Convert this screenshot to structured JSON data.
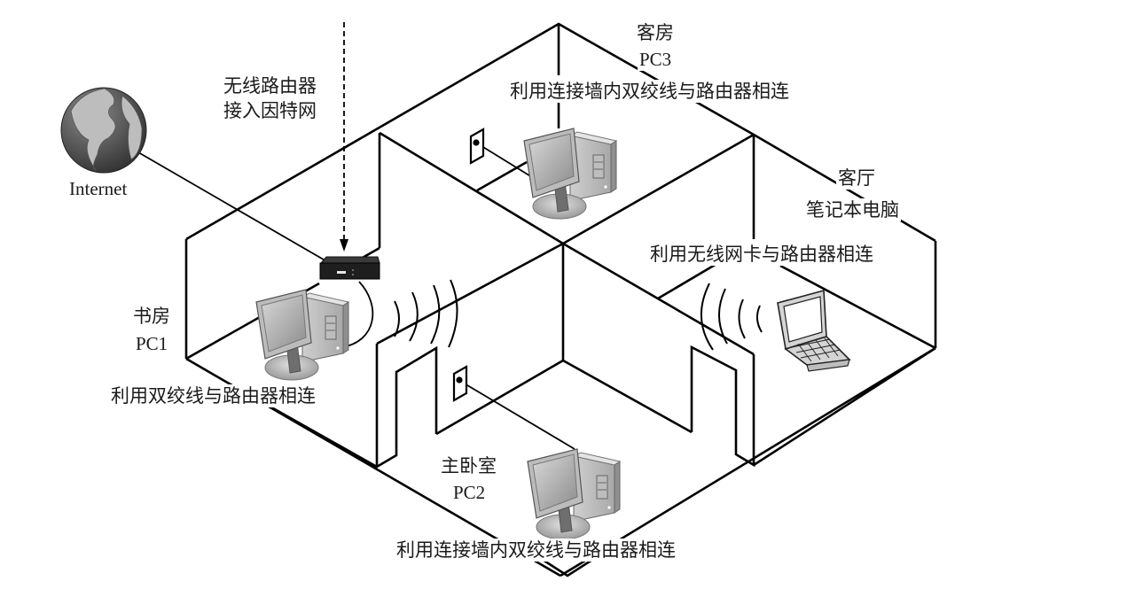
{
  "title": "家庭无线局域网连接示意图",
  "internet": {
    "label": "Internet",
    "icon": "globe-icon"
  },
  "router": {
    "label_line1": "无线路由器",
    "label_line2": "接入因特网",
    "icon": "router-icon"
  },
  "rooms": [
    {
      "id": "study",
      "name": "书房",
      "device": "PC1",
      "connection": "利用双绞线与路由器相连",
      "icon": "desktop-computer-icon"
    },
    {
      "id": "master-bedroom",
      "name": "主卧室",
      "device": "PC2",
      "connection": "利用连接墙内双绞线与路由器相连",
      "icon": "desktop-computer-icon"
    },
    {
      "id": "guest-room",
      "name": "客房",
      "device": "PC3",
      "connection": "利用连接墙内双绞线与路由器相连",
      "icon": "desktop-computer-icon"
    },
    {
      "id": "living-room",
      "name": "客厅",
      "device": "笔记本电脑",
      "connection": "利用无线网卡与路由器相连",
      "icon": "laptop-icon"
    }
  ],
  "colors": {
    "line": "#000000",
    "device_gray": "#9a9a9a",
    "router_dark": "#2a2a2a"
  }
}
